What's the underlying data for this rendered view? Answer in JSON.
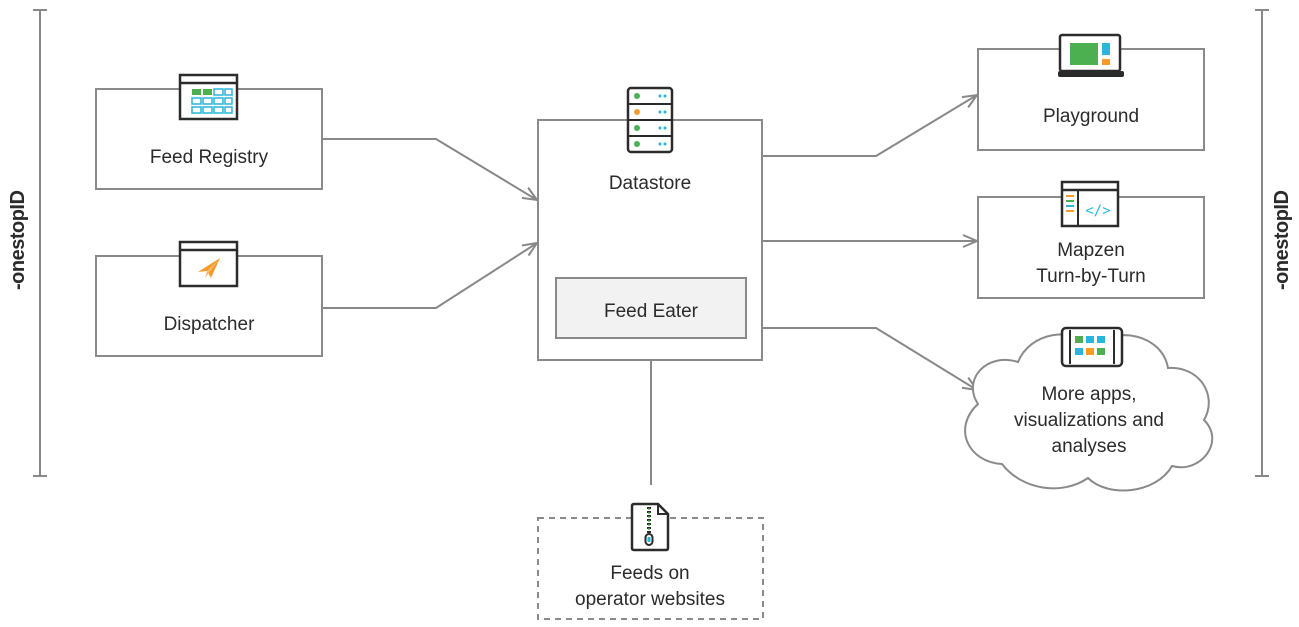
{
  "brand": {
    "left": "-onestopID",
    "right": "-onestopID"
  },
  "nodes": {
    "feed_registry": "Feed Registry",
    "dispatcher": "Dispatcher",
    "datastore": "Datastore",
    "feed_eater": "Feed Eater",
    "playground": "Playground",
    "mapzen_line1": "Mapzen",
    "mapzen_line2": "Turn-by-Turn",
    "more_line1": "More apps,",
    "more_line2": "visualizations and",
    "more_line3": "analyses",
    "feeds_line1": "Feeds on",
    "feeds_line2": "operator websites"
  },
  "icons": {
    "feed_registry": "table-window-icon",
    "dispatcher": "paper-plane-window-icon",
    "datastore": "server-icon",
    "playground": "laptop-icon",
    "mapzen": "code-window-icon",
    "more": "tablet-icon",
    "feeds": "zip-file-icon"
  },
  "colors": {
    "stroke": "#888888",
    "box_border": "#8a8a8a",
    "feed_eater_fill": "#f2f2f2",
    "green": "#4caf50",
    "cyan": "#29b6d8",
    "orange": "#f39c2b",
    "dark": "#2b2b2b"
  }
}
